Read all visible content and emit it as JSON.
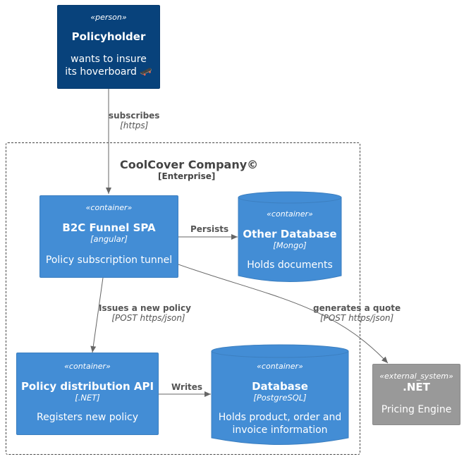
{
  "person": {
    "stereotype": "«person»",
    "name": "Policyholder",
    "description": "wants to insure its hoverboard 🛹"
  },
  "boundary": {
    "name": "CoolCover Company©",
    "type": "[Enterprise]"
  },
  "spa": {
    "stereotype": "«container»",
    "name": "B2C Funnel SPA",
    "technology": "[angular]",
    "description": "Policy subscription tunnel"
  },
  "other_db": {
    "stereotype": "«container»",
    "name": "Other Database",
    "technology": "[Mongo]",
    "description": "Holds documents"
  },
  "api": {
    "stereotype": "«container»",
    "name": "Policy distribution API",
    "technology": "[.NET]",
    "description": "Registers new policy"
  },
  "database": {
    "stereotype": "«container»",
    "name": "Database",
    "technology": "[PostgreSQL]",
    "description": "Holds product, order and invoice information"
  },
  "external": {
    "stereotype": "«external_system»",
    "name": ".NET",
    "description": "Pricing Engine"
  },
  "relations": {
    "subscribes": {
      "label": "subscribes",
      "tech": "[https]"
    },
    "persists": {
      "label": "Persists"
    },
    "issues": {
      "label": "Issues a new policy",
      "tech": "[POST https/json]"
    },
    "quote": {
      "label": "generates a quote",
      "tech": "[POST https/json]"
    },
    "writes": {
      "label": "Writes"
    }
  },
  "colors": {
    "person": "#08427b",
    "container": "#438dd5",
    "external": "#999999",
    "edge": "#666666"
  }
}
